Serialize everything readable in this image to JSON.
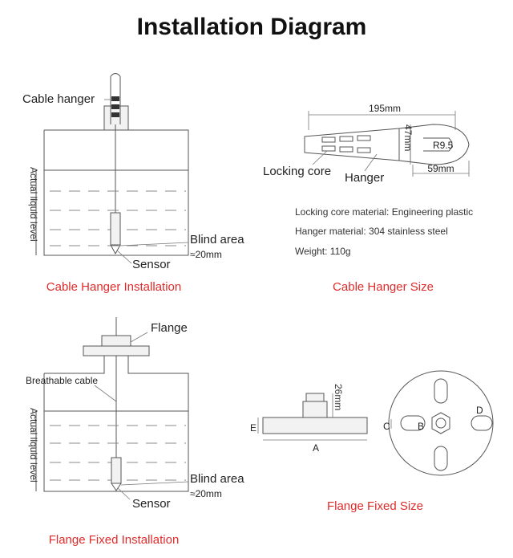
{
  "title": "Installation Diagram",
  "hanger_install": {
    "cable_hanger_label": "Cable hanger",
    "liquid_level_label": "Actual liquid level",
    "blind_area_label": "Blind area",
    "blind_area_value": "≈20mm",
    "sensor_label": "Sensor",
    "caption": "Cable Hanger Installation"
  },
  "hanger_size": {
    "length": "195mm",
    "height": "47mm",
    "radius": "R9.5",
    "end_width": "59mm",
    "locking_core_label": "Locking core",
    "hanger_label": "Hanger",
    "specs": [
      "Locking core material: Engineering plastic",
      "Hanger material: 304 stainless steel",
      "Weight: 110g"
    ],
    "caption": "Cable Hanger Size"
  },
  "flange_install": {
    "flange_label": "Flange",
    "breathable_cable_label": "Breathable cable",
    "liquid_level_label": "Actual liquid level",
    "blind_area_label": "Blind area",
    "blind_area_value": "≈20mm",
    "sensor_label": "Sensor",
    "caption": "Flange Fixed Installation"
  },
  "flange_size": {
    "height": "26mm",
    "e_label": "E",
    "a_label": "A",
    "c_label": "C",
    "b_label": "B",
    "d_label": "D",
    "caption": "Flange Fixed Size"
  }
}
